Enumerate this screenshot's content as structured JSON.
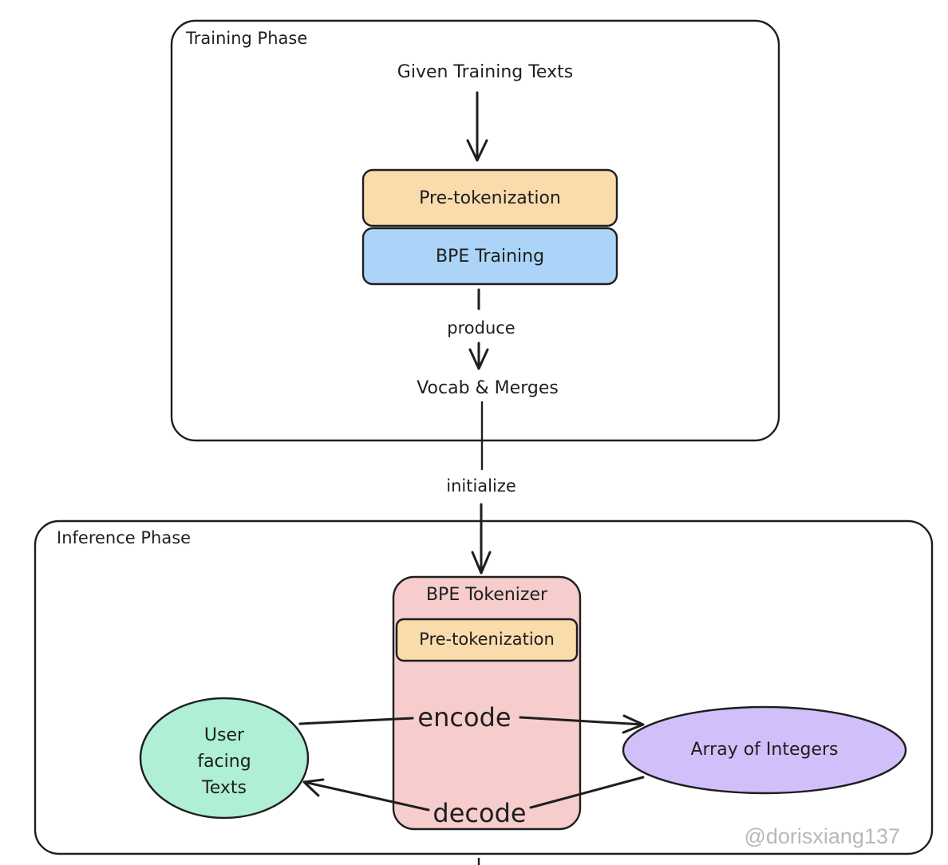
{
  "training_phase": {
    "title": "Training Phase",
    "input_label": "Given Training Texts",
    "pretokenization_label": "Pre-tokenization",
    "bpe_training_label": "BPE Training",
    "produce_label": "produce",
    "output_label": "Vocab & Merges"
  },
  "initialize_label": "initialize",
  "inference_phase": {
    "title": "Inference Phase",
    "tokenizer_label": "BPE Tokenizer",
    "pretokenization_label": "Pre-tokenization",
    "encode_label": "encode",
    "decode_label": "decode",
    "user_texts_lines": [
      "User",
      "facing",
      "Texts"
    ],
    "integers_label": "Array of Integers"
  },
  "watermark": "@dorisxiang137",
  "colors": {
    "stroke": "#1e1e1e",
    "pretokenization_fill": "#f9dbac",
    "bpe_training_fill": "#acd4f8",
    "tokenizer_fill": "#f6cccc",
    "user_texts_fill": "#aeefd6",
    "integers_fill": "#d0bff9",
    "watermark": "#b8b8b8"
  }
}
